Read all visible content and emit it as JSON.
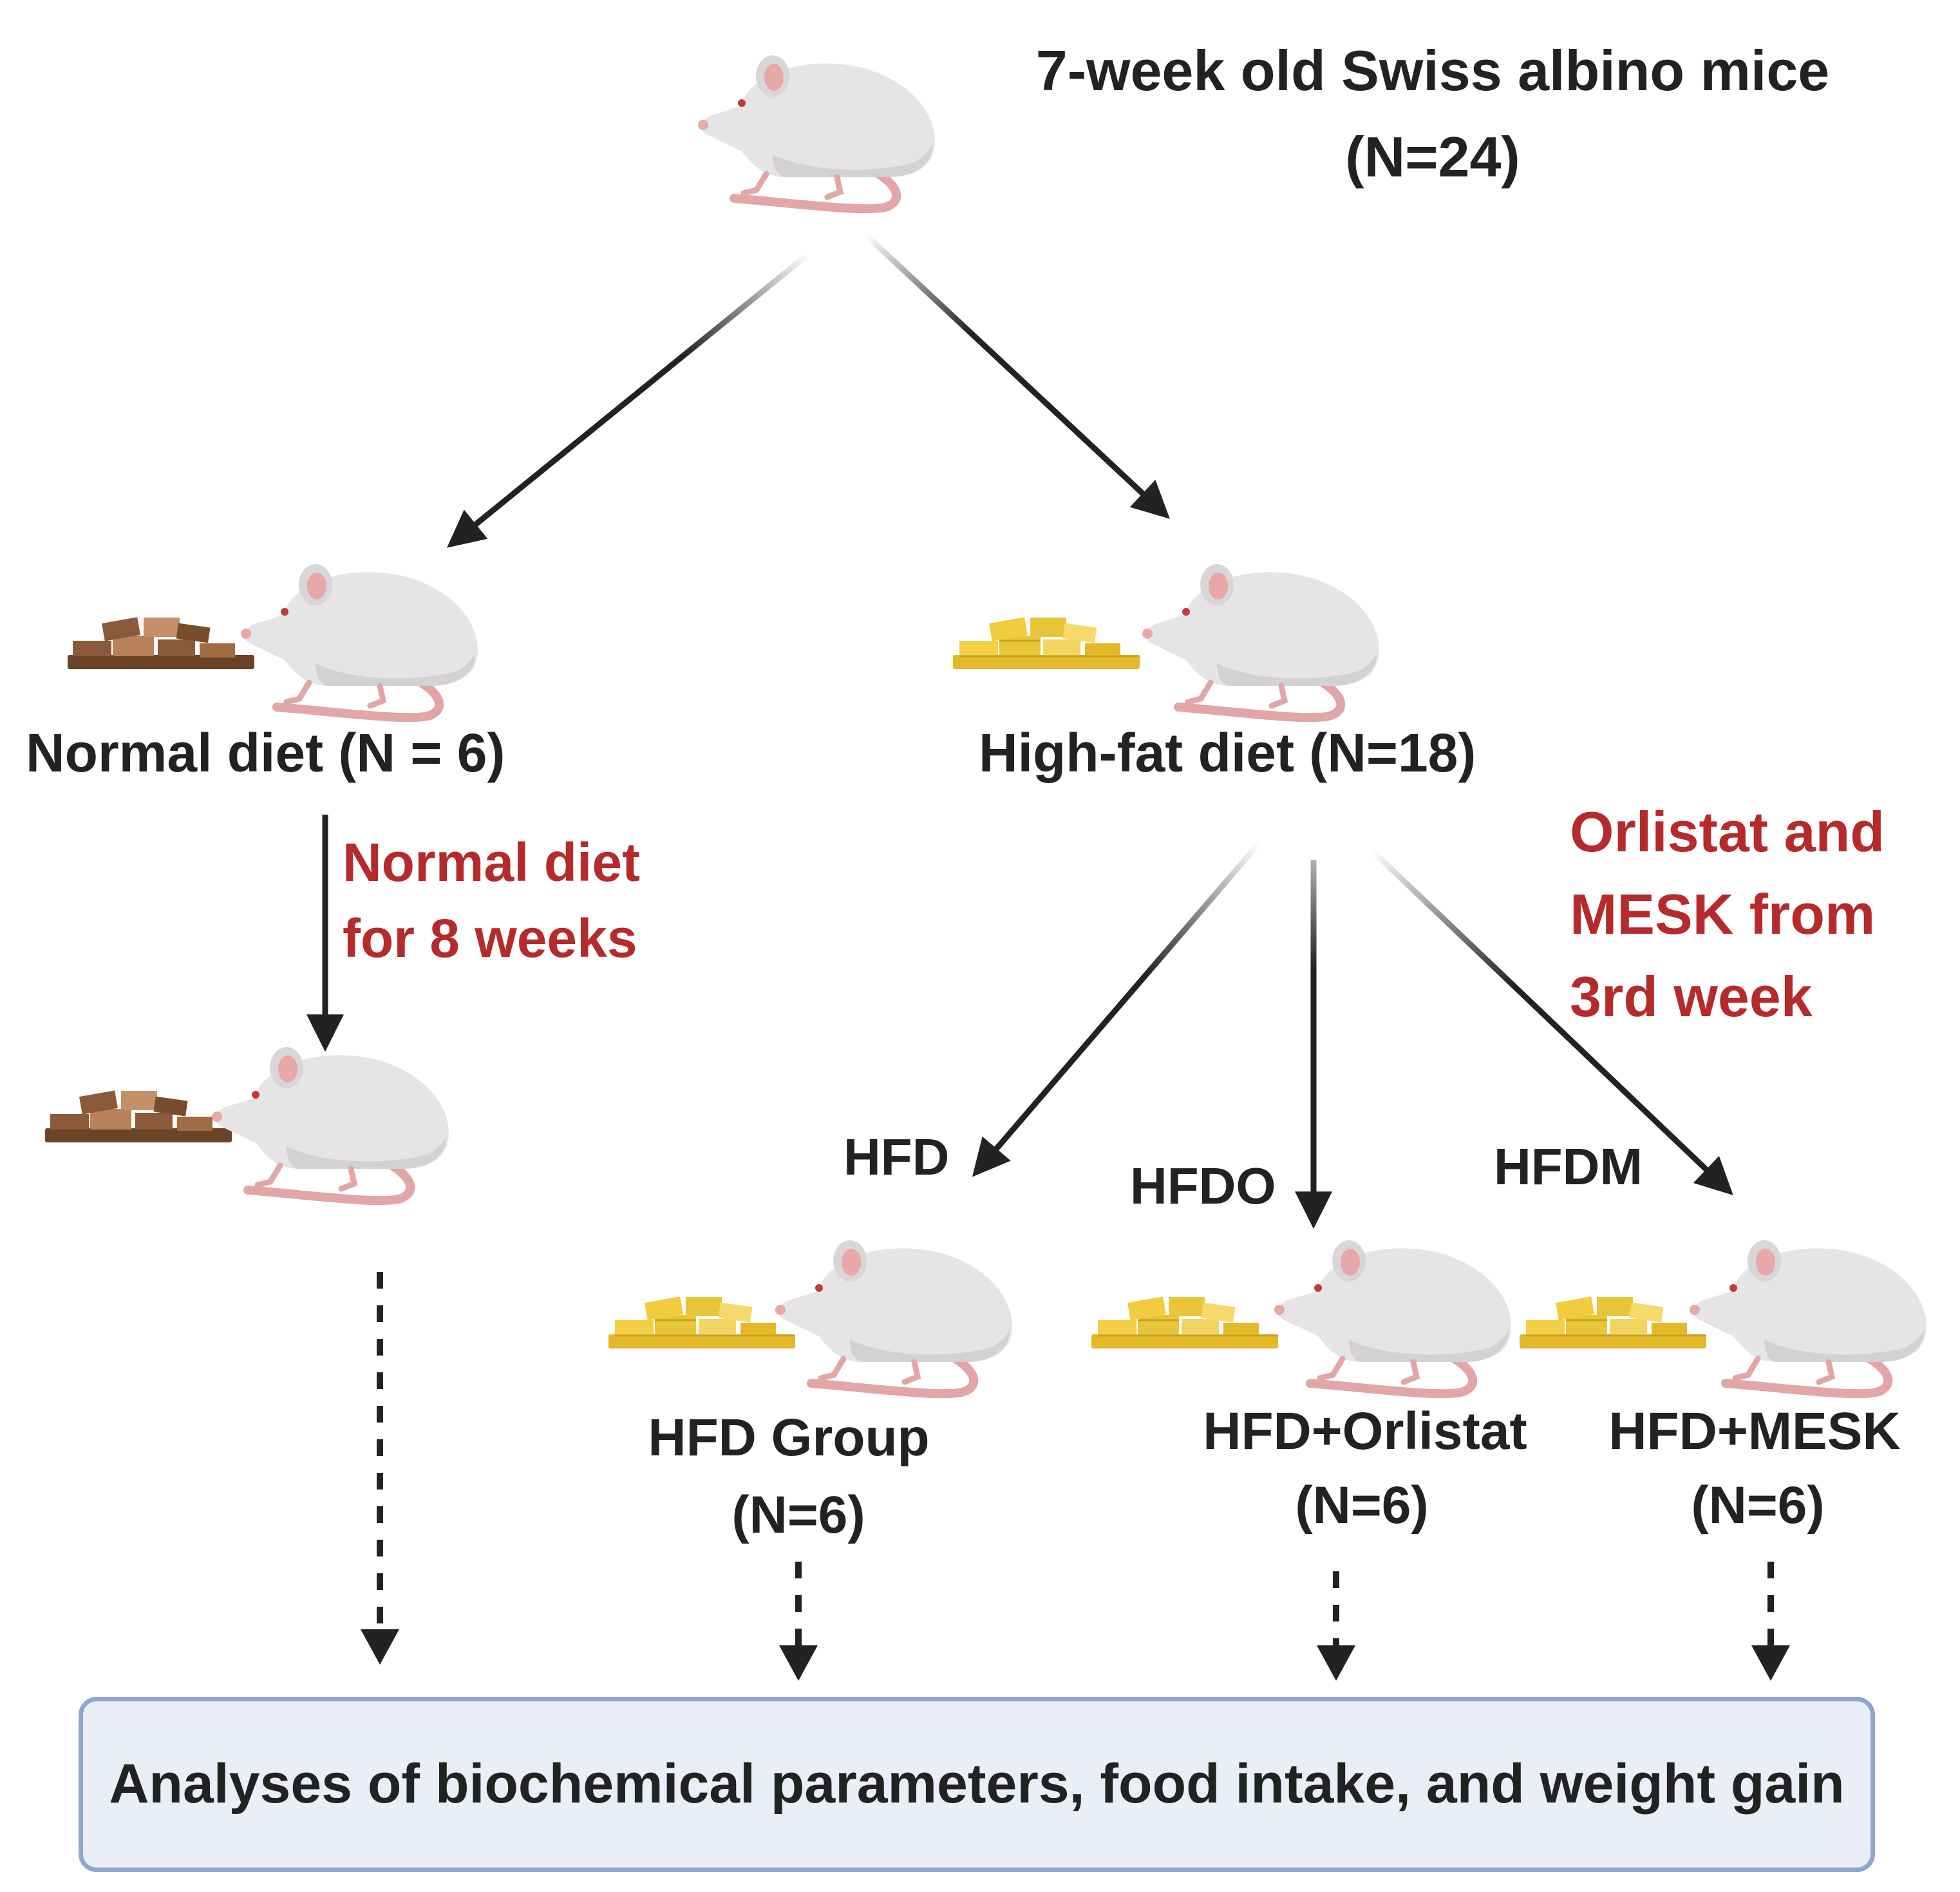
{
  "title": {
    "line1": "7-week old Swiss albino mice",
    "line2": "(N=24)"
  },
  "groups": {
    "normal": {
      "label": "Normal diet (N = 6)"
    },
    "high_fat": {
      "label": "High-fat diet (N=18)"
    },
    "hfd": {
      "code": "HFD",
      "line1": "HFD Group",
      "line2": "(N=6)"
    },
    "hfdo": {
      "code": "HFDO",
      "line1": "HFD+Orlistat",
      "line2": "(N=6)"
    },
    "hfdm": {
      "code": "HFDM",
      "line1": "HFD+MESK",
      "line2": "(N=6)"
    }
  },
  "annotations": {
    "normal_treatment": {
      "line1": "Normal diet",
      "line2": "for 8 weeks"
    },
    "drug_treatment": {
      "line1": "Orlistat and",
      "line2": "MESK from",
      "line3": "3rd week"
    }
  },
  "summary": "Analyses of biochemical parameters, food intake, and weight gain",
  "colors": {
    "text": "#222222",
    "annotation": "#b52b2b",
    "box_border": "#8ea6d0",
    "box_fill": "#e9eef7",
    "mouse_body": "#e6e4e4",
    "mouse_pink": "#e8a8a8",
    "normal_chow": "#8a5a3a",
    "high_fat_chow": "#e8c63a"
  }
}
